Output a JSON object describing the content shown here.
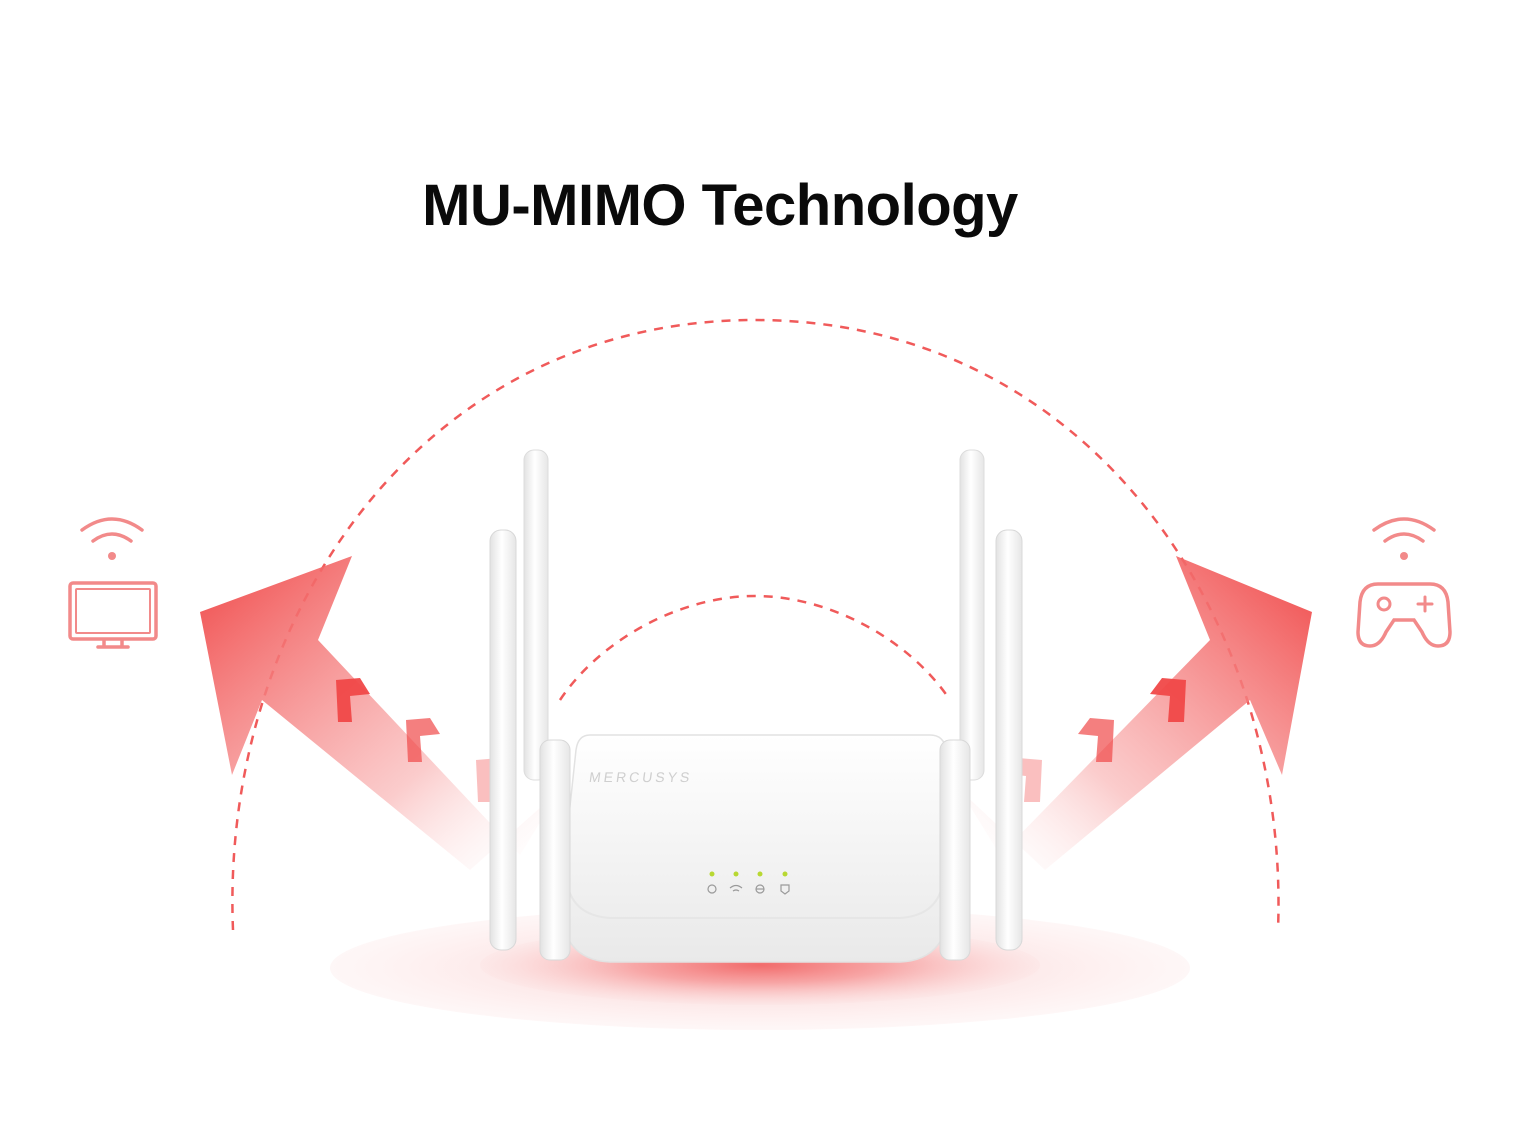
{
  "title": "MU-MIMO Technology",
  "router": {
    "brand": "MERCUSYS",
    "led_count": 4
  },
  "devices": [
    {
      "name": "monitor",
      "icon": "monitor-icon",
      "signal_icon": "wifi-icon"
    },
    {
      "name": "gamepad",
      "icon": "gamepad-icon",
      "signal_icon": "wifi-icon"
    }
  ],
  "colors": {
    "accent": "#f05a5a",
    "accent_light": "#f7a0a0",
    "title": "#0a0a0a",
    "led": "#b8d832",
    "router_body": "#f6f6f6"
  }
}
